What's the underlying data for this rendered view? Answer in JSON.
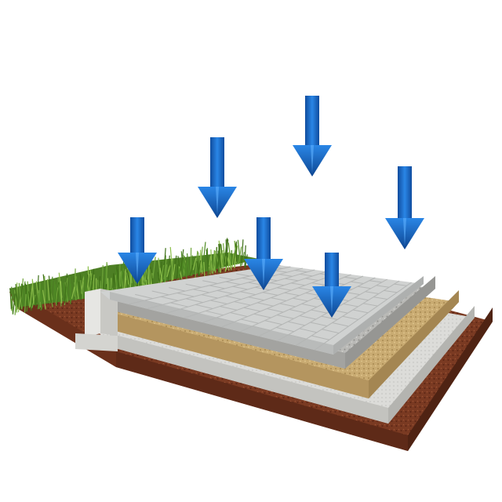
{
  "scene": {
    "subject": "permeable-paving-cross-section",
    "icons": [
      "rain-arrow-icon",
      "rain-streaks",
      "grass-strip",
      "paver-surface",
      "curb-stone"
    ],
    "colors": {
      "background": "#ffffff",
      "arrow": "#1f6fd0",
      "arrow_dark": "#0f4c9e",
      "paver": "#cfd1d0",
      "gravel": "#b9b9b6",
      "sand": "#c9ab72",
      "soil": "#7a3a22",
      "concrete": "#d8d8d5",
      "grass": "#5a8f2c"
    }
  }
}
